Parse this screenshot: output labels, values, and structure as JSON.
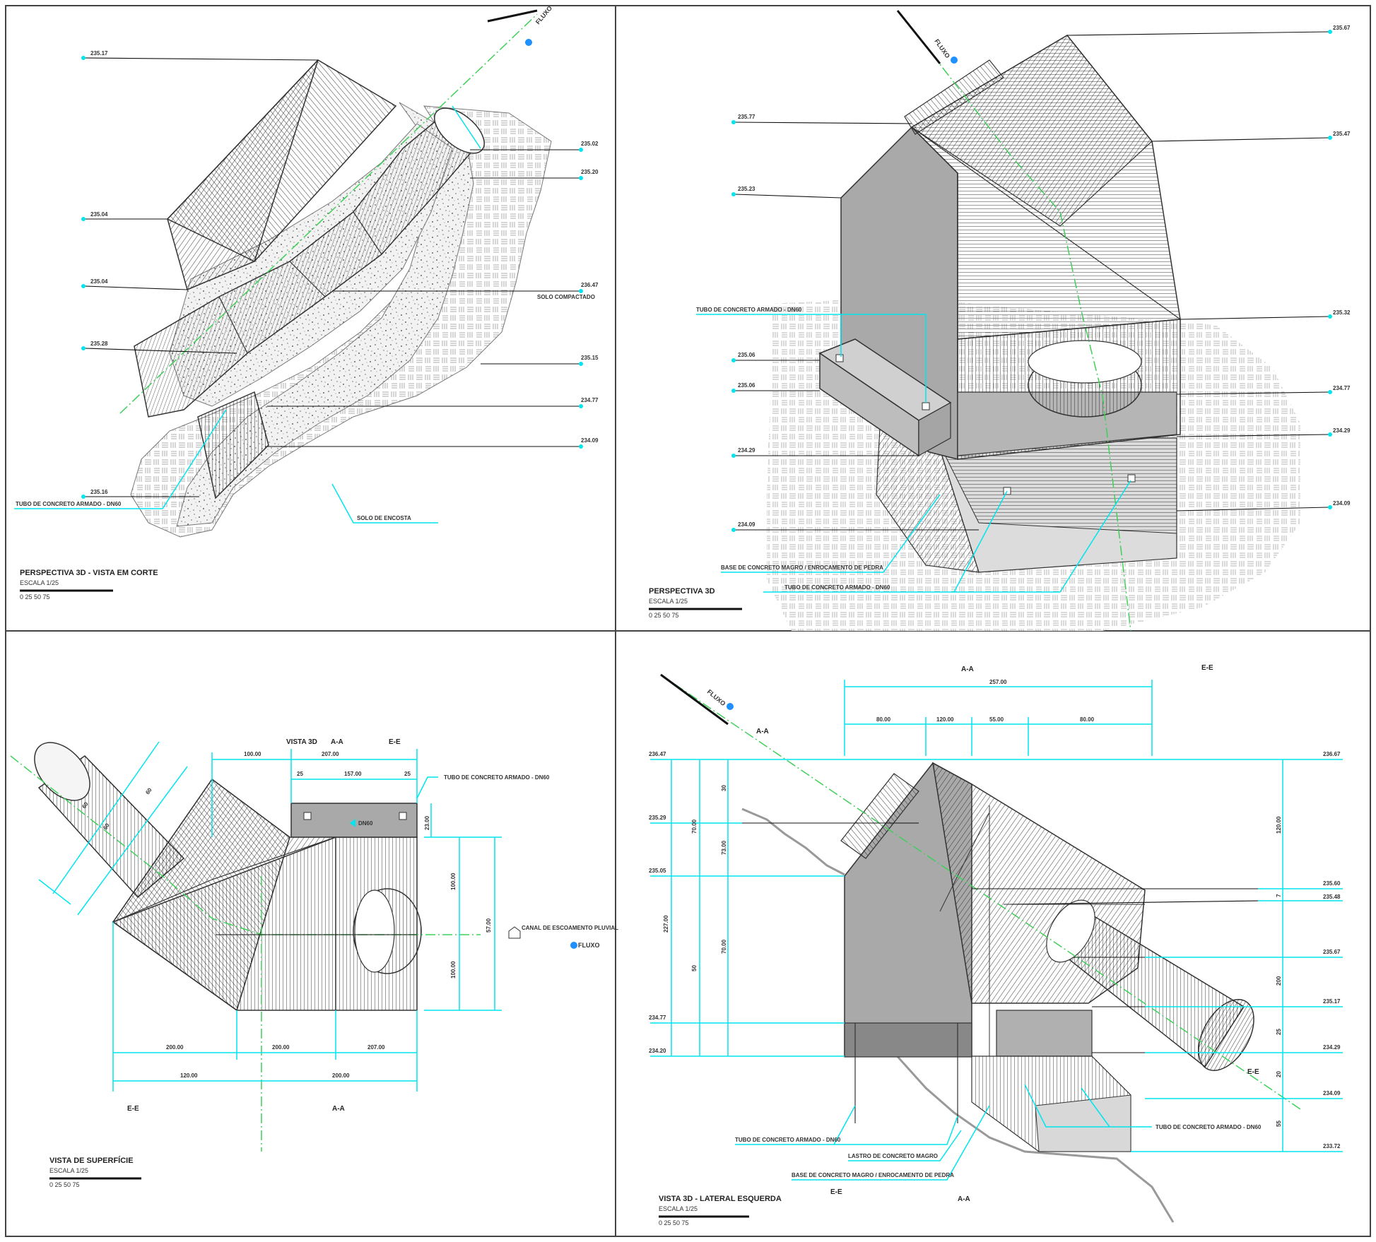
{
  "colors": {
    "frame": "#444444",
    "cyan": "#00e5ee",
    "green": "#3fd05a",
    "flow_dot": "#1e90ff",
    "concrete": "#b0b0b0"
  },
  "panel_tl": {
    "title": "PERSPECTIVA 3D - VISTA EM CORTE",
    "scale": "ESCALA       1/25",
    "scale_ticks": "0      25      50      75",
    "flow": "FLUXO",
    "levels": [
      "235.17",
      "235.04",
      "235.04",
      "235.28",
      "235.16",
      "235.02",
      "235.20",
      "236.47",
      "235.15",
      "234.77",
      "234.09"
    ],
    "callout_left": "TUBO DE CONCRETO ARMADO - DN60",
    "callout_bottom": "SOLO DE ENCOSTA",
    "callout_right": "SOLO COMPACTADO"
  },
  "panel_tr": {
    "title": "PERSPECTIVA 3D",
    "scale": "ESCALA       1/25",
    "scale_ticks": "0      25      50      75",
    "flow": "FLUXO",
    "levels_left": [
      "235.77",
      "235.23",
      "235.06",
      "235.06",
      "234.29",
      "234.09"
    ],
    "levels_right": [
      "235.67",
      "235.47",
      "235.32",
      "234.77",
      "234.29",
      "234.09"
    ],
    "callout_left": "TUBO DE CONCRETO ARMADO - DN60",
    "callout_bottom1": "BASE DE CONCRETO MAGRO / ENROCAMENTO DE PEDRA",
    "callout_bottom2": "TUBO DE CONCRETO ARMADO - DN60"
  },
  "panel_bl": {
    "title": "VISTA DE SUPERFÍCIE",
    "scale": "ESCALA       1/25",
    "scale_ticks": "0      25      50      75",
    "view_label": "VISTA 3D",
    "flow": "FLUXO",
    "callout_top": "TUBO DE CONCRETO ARMADO - DN60",
    "callout_right": "CANAL DE ESCOAMENTO PLUVIAL",
    "callout_box": "DN60",
    "dims_top": [
      "100.00",
      "207.00",
      "25",
      "157.00",
      "25"
    ],
    "dims_bottom": [
      "200.00",
      "200.00",
      "207.00",
      "120.00",
      "200.00"
    ],
    "dims_right": [
      "100.00",
      "57.00",
      "100.00",
      "23.00"
    ],
    "dims_pipe": [
      "60",
      "60",
      "60"
    ],
    "sections": [
      "A-A",
      "E-E",
      "E-E",
      "A-A"
    ]
  },
  "panel_br": {
    "title": "VISTA 3D - LATERAL ESQUERDA",
    "scale": "ESCALA       1/25",
    "scale_ticks": "0      25      50      75",
    "flow": "FLUXO",
    "dims_top": [
      "257.00",
      "80.00",
      "120.00",
      "55.00",
      "80.00"
    ],
    "levels_left": [
      "236.47",
      "235.29",
      "235.05",
      "234.77",
      "234.20"
    ],
    "levels_right": [
      "236.67",
      "235.60",
      "235.48",
      "235.67",
      "235.17",
      "234.29",
      "234.09",
      "233.72"
    ],
    "dims_vertical_left": [
      "227.00",
      "70.00",
      "50",
      "30",
      "73.00",
      "70.00"
    ],
    "dims_vertical_right": [
      "120.00",
      "7",
      "200",
      "25",
      "20",
      "55"
    ],
    "callout1": "TUBO DE CONCRETO ARMADO - DN60",
    "callout2": "LASTRO DE CONCRETO MAGRO",
    "callout3": "BASE DE CONCRETO MAGRO / ENROCAMENTO DE PEDRA",
    "callout4": "TUBO DE CONCRETO ARMADO - DN60",
    "sections": [
      "E-E",
      "A-A",
      "A-A",
      "E-E",
      "A-A",
      "E-E"
    ]
  }
}
